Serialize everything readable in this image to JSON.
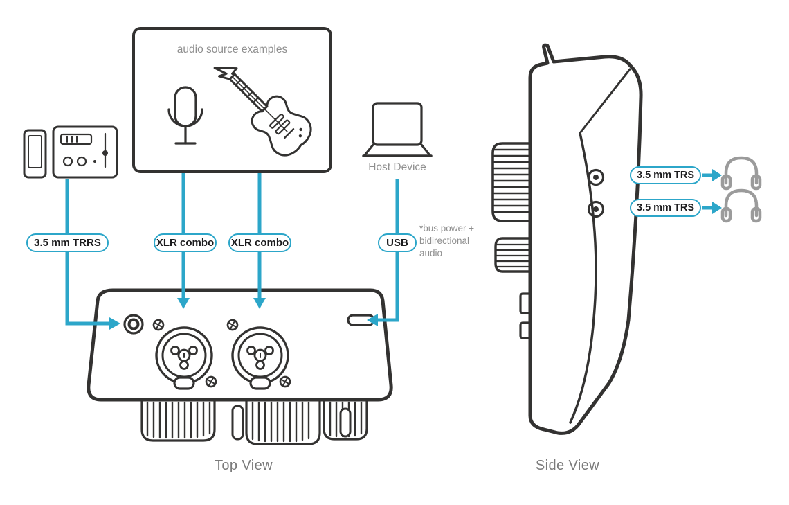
{
  "colors": {
    "teal": "#2CA6C9",
    "outline": "#333231",
    "gray_icon": "#9b9b9b",
    "gray_text": "#8f8f8f",
    "caption": "#7a7a7a",
    "pill_text": "#1c1c1e"
  },
  "labels": {
    "audio_source_box": "audio source examples",
    "host_device": "Host Device",
    "trrs": "3.5 mm TRRS",
    "xlr_combo_1": "XLR combo",
    "xlr_combo_2": "XLR combo",
    "usb": "USB",
    "bus_note": [
      "*bus power +",
      "bidirectional",
      "audio"
    ],
    "trs_1": "3.5 mm TRS",
    "trs_2": "3.5 mm TRS",
    "top_view": "Top View",
    "side_view": "Side View"
  },
  "icons": {
    "smartphone": "smartphone-icon",
    "media_player": "media-player-icon",
    "microphone": "microphone-icon",
    "electric_guitar": "electric-guitar-icon",
    "laptop": "laptop-icon",
    "headphones": "headphones-icon",
    "interface_top_view": "audio-interface-top-view",
    "interface_side_view": "audio-interface-side-view"
  }
}
